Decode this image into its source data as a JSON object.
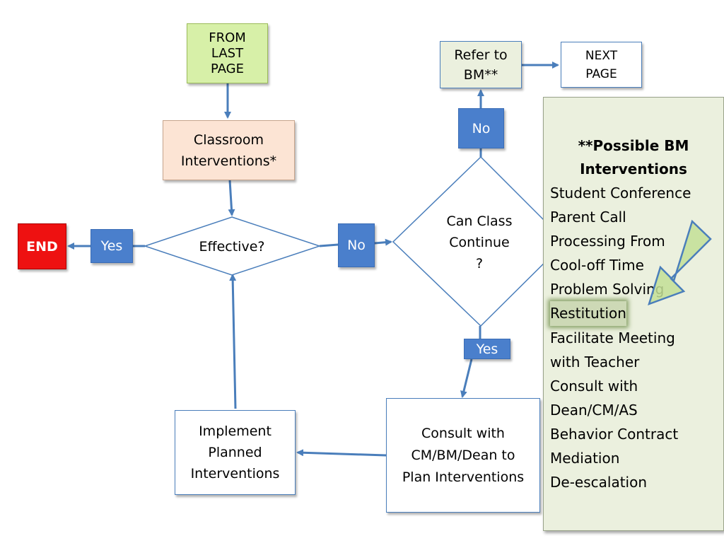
{
  "nodes": {
    "from_last_page": [
      "FROM",
      "LAST",
      "PAGE"
    ],
    "classroom_interventions": [
      "Classroom",
      "Interventions*"
    ],
    "effective": "Effective?",
    "end": "END",
    "can_class_continue": [
      "Can Class",
      "Continue",
      "?"
    ],
    "refer_to_bm": [
      "Refer to",
      "BM**"
    ],
    "next_page": [
      "NEXT",
      "PAGE"
    ],
    "consult": [
      "Consult with",
      "CM/BM/Dean to",
      "Plan Interventions"
    ],
    "implement": [
      "Implement",
      "Planned",
      "Interventions"
    ]
  },
  "edge_labels": {
    "yes_end": "Yes",
    "no_effective": "No",
    "no_continue": "No",
    "yes_continue": "Yes"
  },
  "panel": {
    "title": [
      "**Possible BM",
      "Interventions"
    ],
    "items": [
      "Student Conference",
      "Parent Call",
      "Processing From",
      "Cool-off Time",
      "Problem Solving",
      "Restitution",
      "Facilitate Meeting",
      "with Teacher",
      "Consult with",
      "Dean/CM/AS",
      "Behavior Contract",
      "Mediation",
      "De-escalation"
    ],
    "highlighted_index": 5
  },
  "colors": {
    "arrow": "#4a7ebb",
    "label_fill": "#4a7fcc",
    "from_last_page_fill": "#d7f0a8",
    "classroom_fill": "#fce4d4",
    "end_fill": "#ee1111",
    "refer_fill": "#ebf0de",
    "panel_fill": "#ebf0de",
    "callout_arrow_fill": "#c3df97"
  }
}
